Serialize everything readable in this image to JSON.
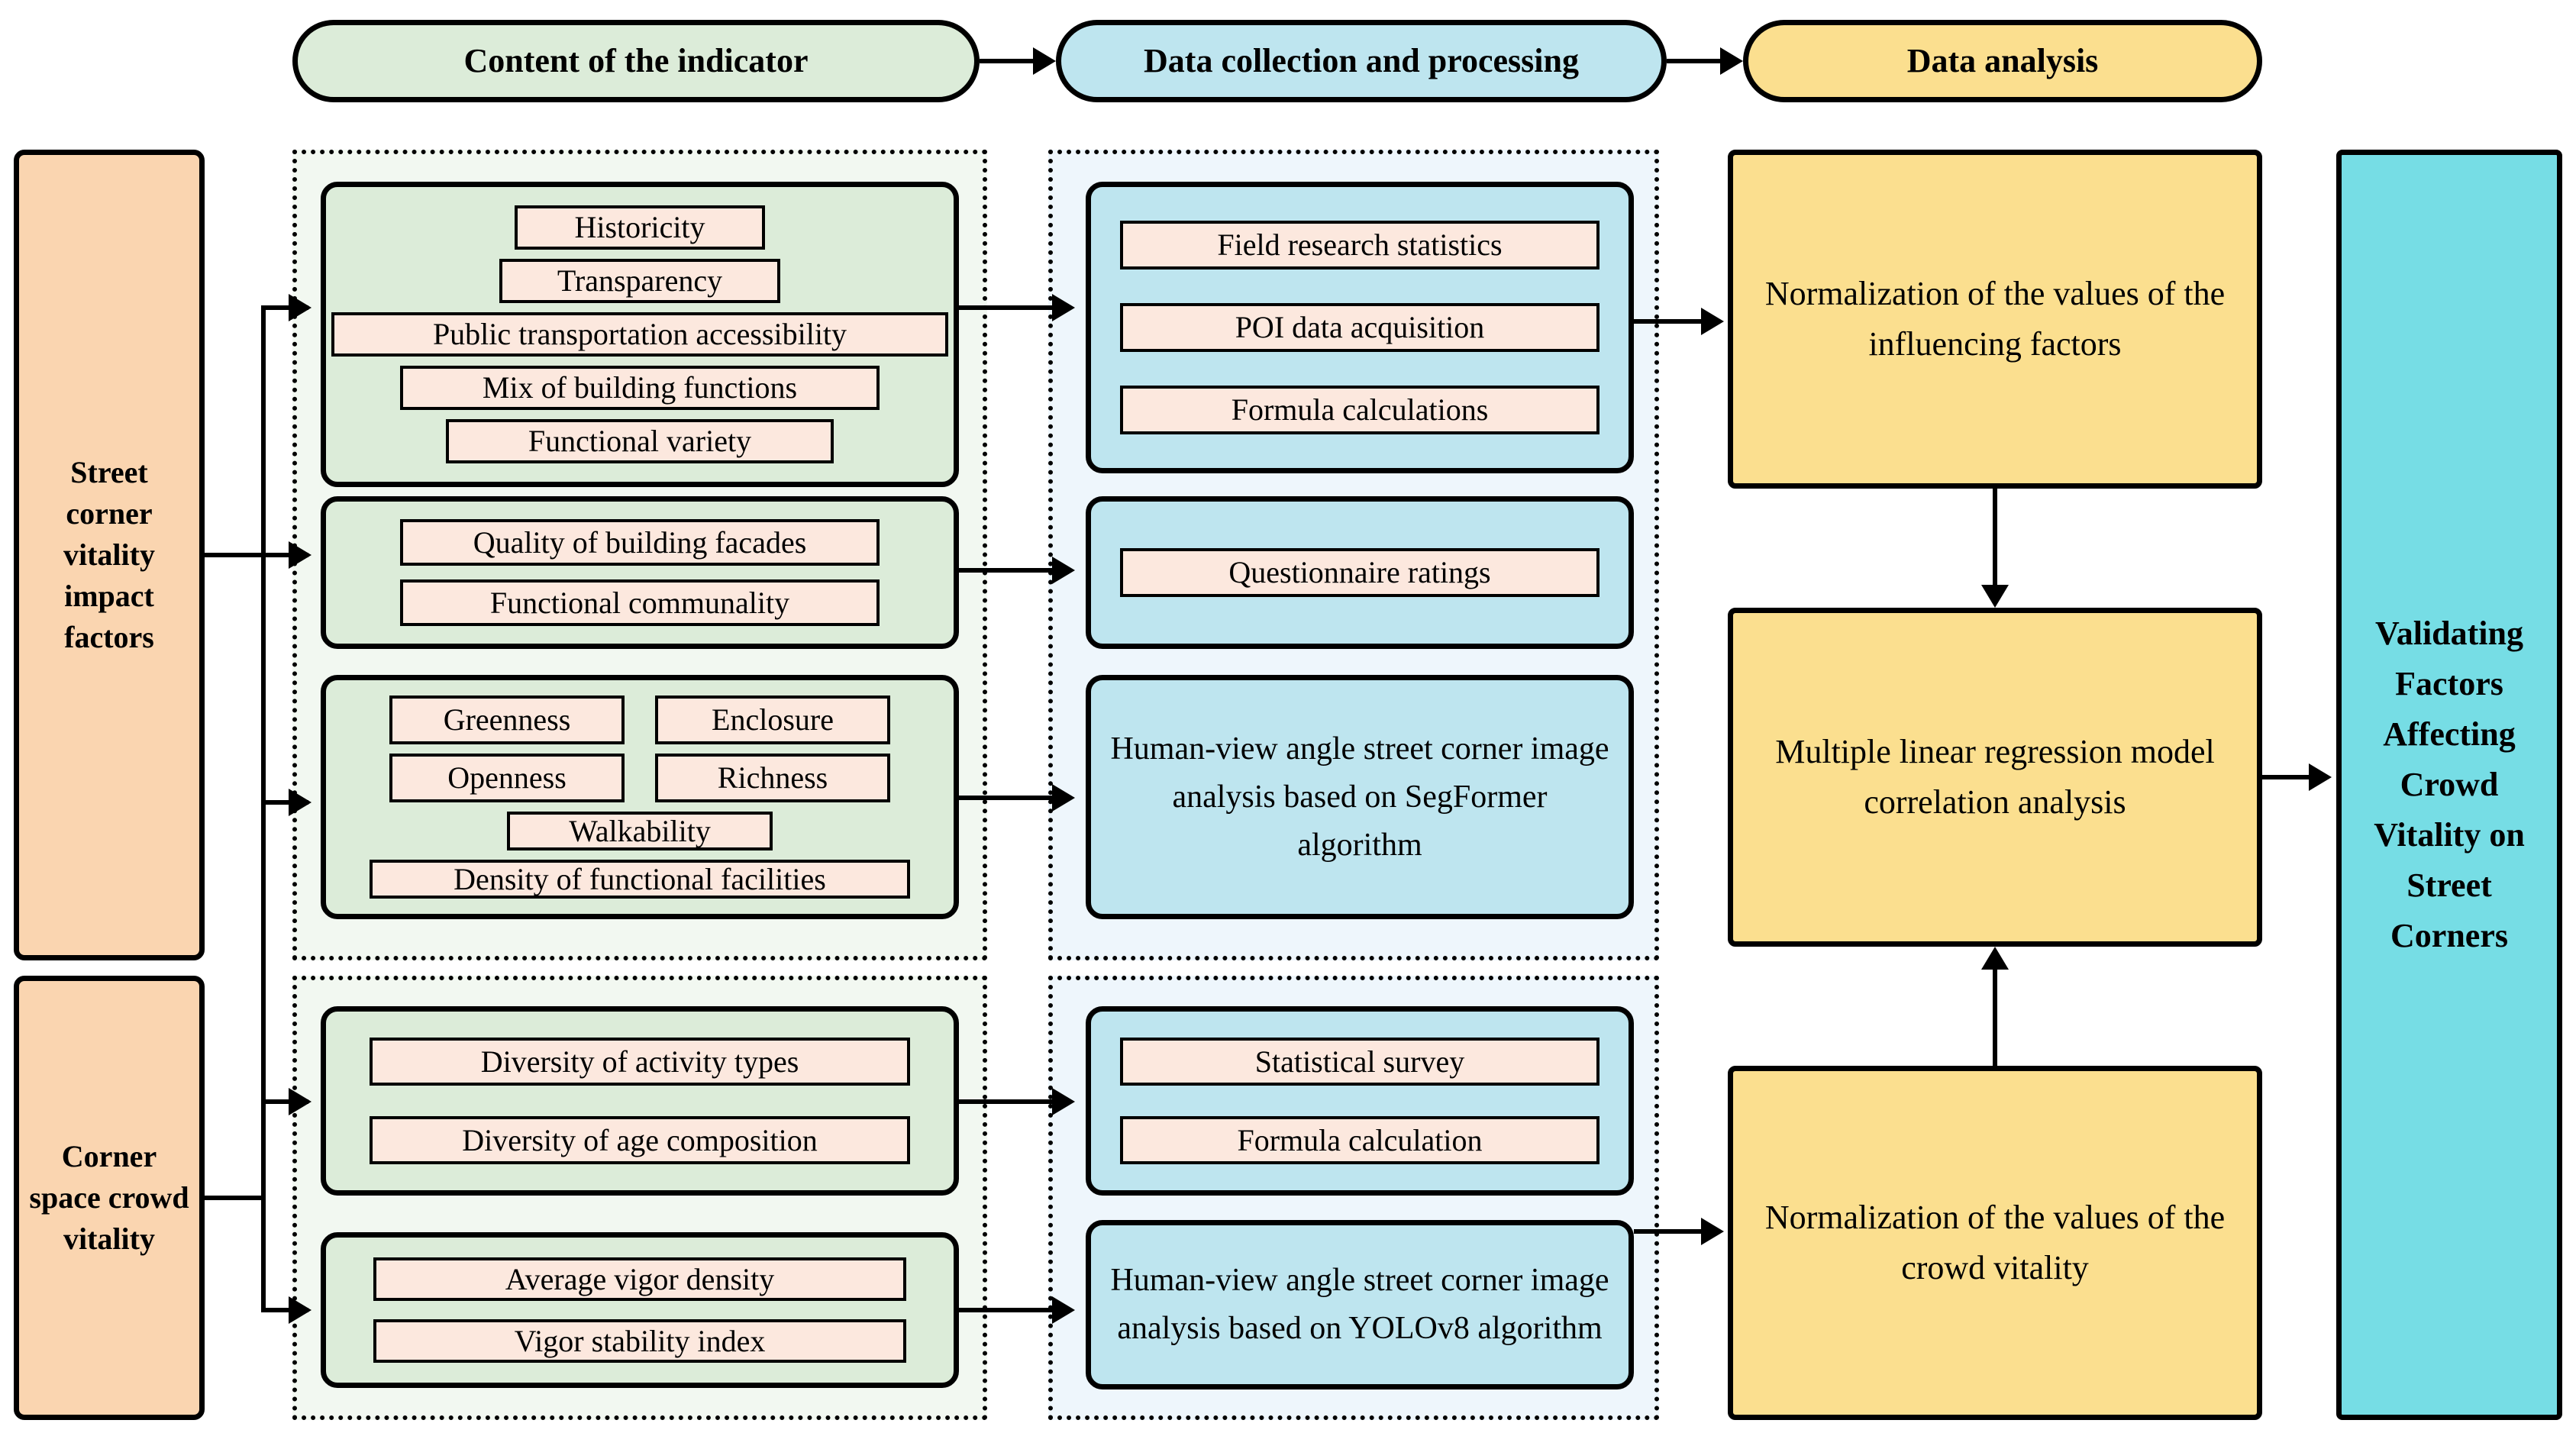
{
  "header": {
    "stages": [
      {
        "label": "Content of the indicator",
        "color": "#dcecd9"
      },
      {
        "label": "Data collection and processing",
        "color": "#bee5ef"
      },
      {
        "label": "Data analysis",
        "color": "#fbdf8f"
      }
    ]
  },
  "categories": [
    {
      "label": "Street corner vitality impact factors",
      "color": "#fad5b0"
    },
    {
      "label": "Corner space crowd vitality",
      "color": "#fad5b0"
    }
  ],
  "indicator_groups": [
    {
      "id": "group-a",
      "items": [
        "Historicity",
        "Transparency",
        "Public transportation accessibility",
        "Mix of building functions",
        "Functional variety"
      ]
    },
    {
      "id": "group-b",
      "items": [
        "Quality of building facades",
        "Functional communality"
      ]
    },
    {
      "id": "group-c",
      "row_items": [
        [
          "Greenness",
          "Enclosure"
        ],
        [
          "Openness",
          "Richness"
        ]
      ],
      "items": [
        "Walkability",
        "Density of functional facilities"
      ]
    },
    {
      "id": "group-d",
      "items": [
        "Diversity of activity types",
        "Diversity of age composition"
      ]
    },
    {
      "id": "group-e",
      "items": [
        "Average vigor density",
        "Vigor stability index"
      ]
    }
  ],
  "collection_groups": [
    {
      "id": "collect-a",
      "items": [
        "Field research statistics",
        "POI data acquisition",
        "Formula calculations"
      ]
    },
    {
      "id": "collect-b",
      "items": [
        "Questionnaire ratings"
      ]
    },
    {
      "id": "collect-c",
      "text": "Human-view angle street corner image analysis based on SegFormer algorithm"
    },
    {
      "id": "collect-d",
      "items": [
        "Statistical survey",
        "Formula calculation"
      ]
    },
    {
      "id": "collect-e",
      "text": "Human-view angle street corner image analysis based on YOLOv8 algorithm"
    }
  ],
  "analysis": {
    "normalization_factors": "Normalization of the values of the influencing factors",
    "regression": "Multiple linear regression model correlation analysis",
    "normalization_vitality": "Normalization of the values of the crowd vitality"
  },
  "outcome": {
    "label": "Validating Factors Affecting Crowd Vitality on Street Corners",
    "color": "#76dde5"
  },
  "palette": {
    "green": "#dcecd9",
    "blue": "#bee5ef",
    "yellow": "#fbdf8f",
    "orange": "#fad5b0",
    "pink": "#fce8de",
    "teal": "#76dde5",
    "stroke": "#000000"
  }
}
